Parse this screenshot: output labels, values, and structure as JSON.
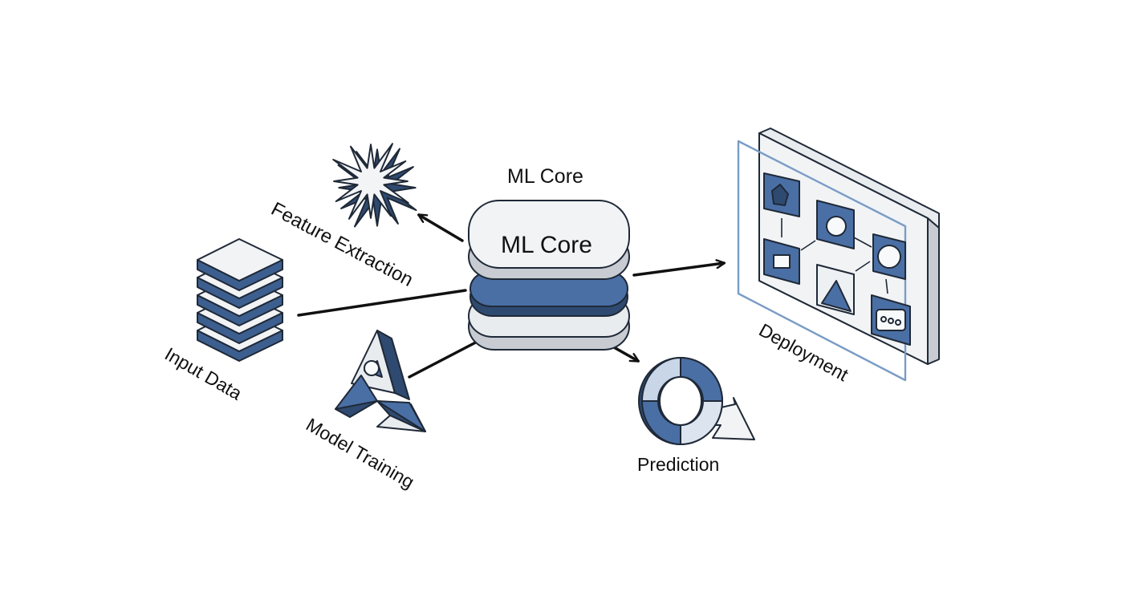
{
  "core": {
    "caption": "ML Core",
    "label": "ML Core"
  },
  "nodes": {
    "feature_extraction": "Feature Extraction",
    "input_data": "Input Data",
    "model_training": "Model Training",
    "prediction": "Prediction",
    "deployment": "Deployment"
  },
  "colors": {
    "accent_blue": "#4a6fa5",
    "dark_navy": "#2f4a70",
    "light_gray": "#e9ecef",
    "mid_gray": "#c8ccd2",
    "outline": "#1f2937",
    "panel_frame": "#7a9cc6"
  }
}
